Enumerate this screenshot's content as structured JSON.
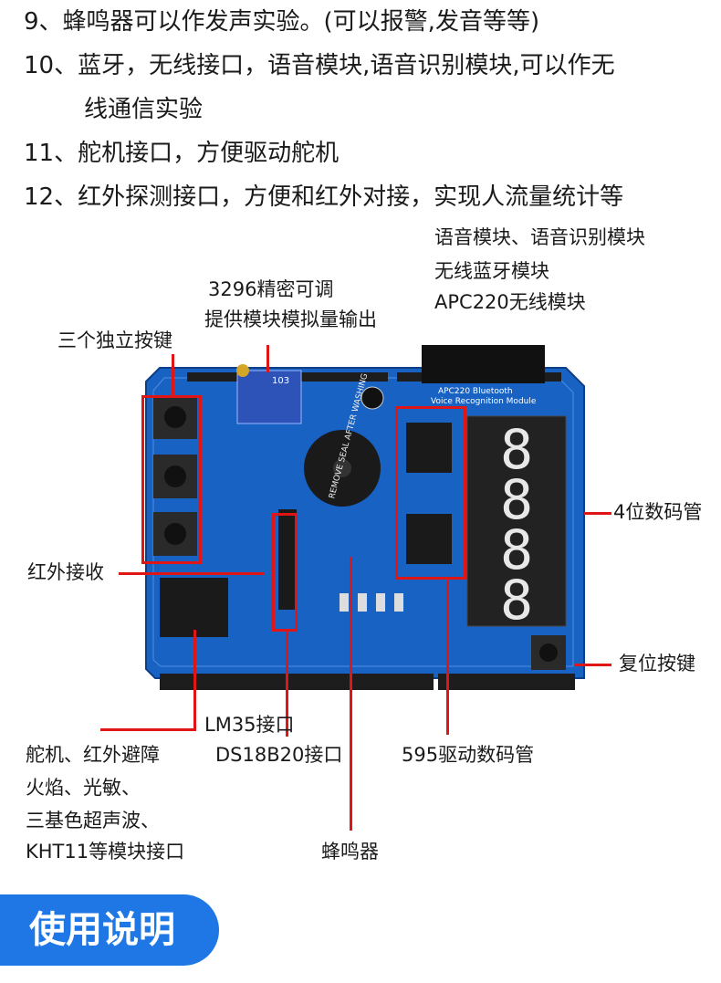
{
  "features": [
    {
      "text": "9、蜂鸣器可以作发声实验。(可以报警,发音等等)"
    },
    {
      "text": "10、蓝牙，无线接口，语音模块,语音识别模块,可以作无"
    },
    {
      "text": "线通信实验"
    },
    {
      "text": "11、舵机接口，方便驱动舵机"
    },
    {
      "text": "12、红外探测接口，方便和红外对接，实现人流量统计等"
    }
  ],
  "labels": {
    "voice_module": [
      "语音模块、语音识别模块",
      "无线蓝牙模块",
      "APC220无线模块"
    ],
    "pot": [
      "3296精密可调",
      "提供模块模拟量输出"
    ],
    "buttons": "三个独立按键",
    "ir_receiver": "红外接收",
    "digit_display": "4位数码管",
    "reset": "复位按键",
    "lm35": "LM35接口",
    "ds18b20": "DS18B20接口",
    "driver": "595驱动数码管",
    "servo": [
      "舵机、红外避障",
      "火焰、光敏、",
      "三基色超声波、",
      "KHT11等模块接口"
    ],
    "buzzer": "蜂鸣器"
  },
  "board": {
    "top_text": [
      "APC220 Bluetooth",
      "Voice Recognition Module"
    ],
    "pot_text": "103",
    "buzzer_text": "REMOVE SEAL AFTER WASHING",
    "digits": "8.8.8.8."
  },
  "footer": {
    "title": "使用说明"
  }
}
